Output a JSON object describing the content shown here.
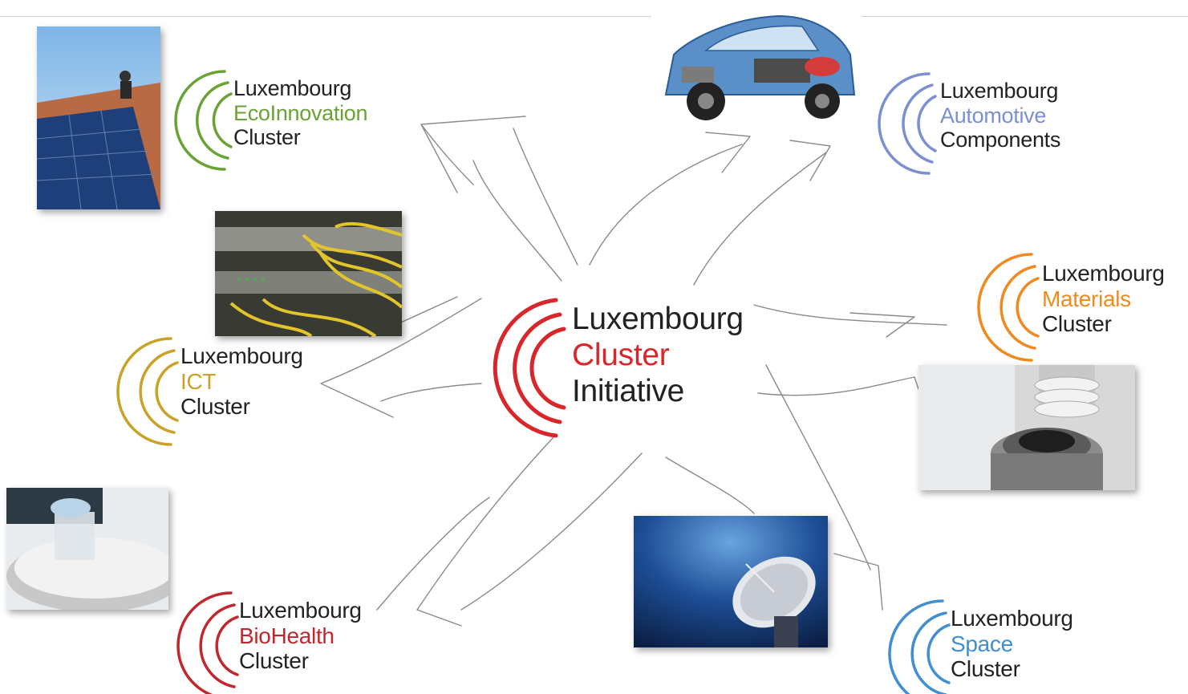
{
  "center": {
    "line1": "Luxembourg",
    "line2": "Cluster",
    "line3": "Initiative",
    "color": "#d9262b"
  },
  "clusters": [
    {
      "id": "ecoinnovation",
      "line1": "Luxembourg",
      "line2": "EcoInnovation",
      "line3": "Cluster",
      "color": "#6aa335"
    },
    {
      "id": "automotive",
      "line1": "Luxembourg",
      "line2": "Automotive",
      "line3": "Components",
      "color": "#7b8fd1"
    },
    {
      "id": "ict",
      "line1": "Luxembourg",
      "line2": "ICT",
      "line3": "Cluster",
      "color": "#c9a227"
    },
    {
      "id": "materials",
      "line1": "Luxembourg",
      "line2": "Materials",
      "line3": "Cluster",
      "color": "#ef8a1e"
    },
    {
      "id": "biohealth",
      "line1": "Luxembourg",
      "line2": "BioHealth",
      "line3": "Cluster",
      "color": "#c0282d"
    },
    {
      "id": "space",
      "line1": "Luxembourg",
      "line2": "Space",
      "line3": "Cluster",
      "color": "#3f8fd2"
    }
  ],
  "photos": {
    "solar": "solar-panels-roof-photo",
    "network": "network-cables-photo",
    "car": "car-cutaway-illustration",
    "materials": "materials-lab-equipment-photo",
    "biohealth": "lab-sample-photo",
    "space": "satellite-dish-photo"
  }
}
